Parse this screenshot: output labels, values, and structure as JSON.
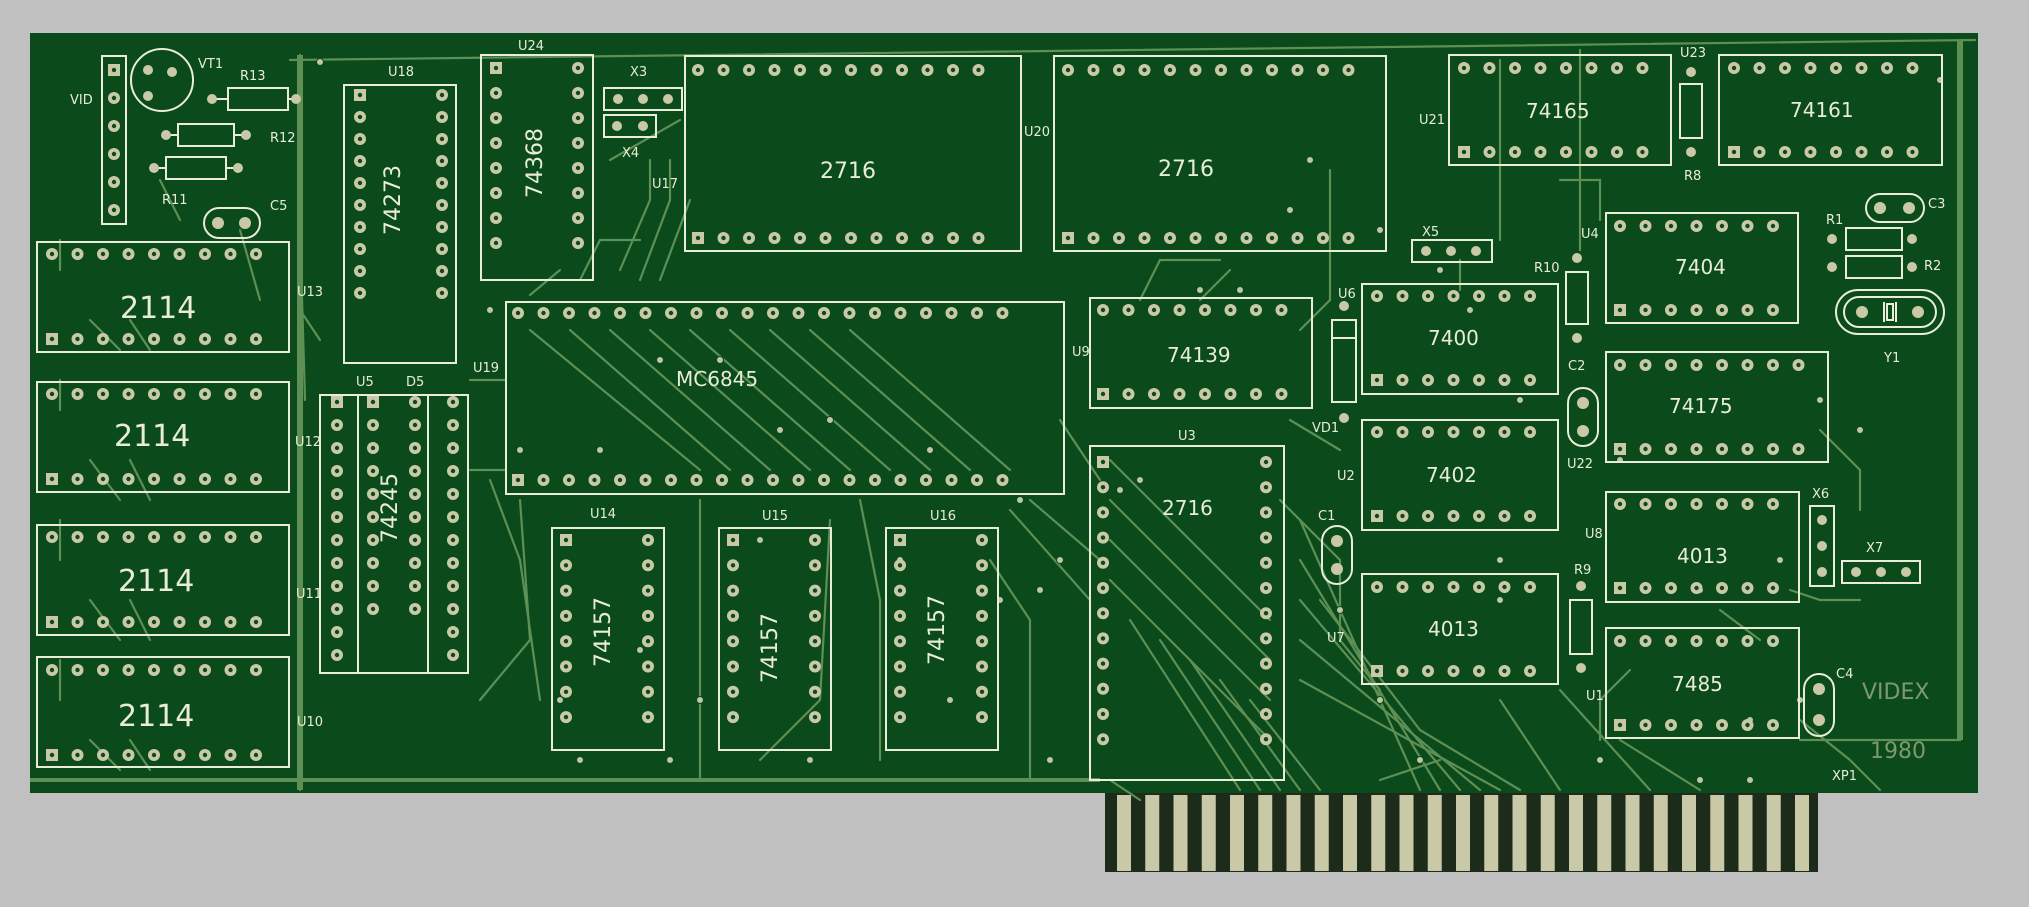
{
  "colors": {
    "background": "#c0c0c0",
    "board": "#0b4a1a",
    "trace": "#5e8f55",
    "silk": "#e8ecd8",
    "pad": "#c9c9a8",
    "contact_dark": "#1d2b1a"
  },
  "board": {
    "brand": "VIDEX",
    "year": "1980",
    "connector_label": "XP1",
    "connector_fingers": 25
  },
  "chips": [
    {
      "ref": "U18",
      "part": "74273",
      "vertical": true
    },
    {
      "ref": "U24",
      "part": "74368",
      "vertical": true
    },
    {
      "ref": "U17",
      "part": "2716",
      "vertical": false
    },
    {
      "ref": "U20",
      "part": "2716",
      "vertical": false
    },
    {
      "ref": "U21",
      "part": "74165",
      "vertical": false
    },
    {
      "ref": "U23",
      "part": "74161",
      "vertical": false
    },
    {
      "ref": "U13",
      "part": "2114",
      "vertical": false
    },
    {
      "ref": "U12",
      "part": "2114",
      "vertical": false
    },
    {
      "ref": "U11",
      "part": "2114",
      "vertical": false
    },
    {
      "ref": "U10",
      "part": "2114",
      "vertical": false
    },
    {
      "ref": "U5",
      "part": "74245",
      "vertical": true
    },
    {
      "ref": "U19",
      "part": "MC6845",
      "vertical": false
    },
    {
      "ref": "U9",
      "part": "74139",
      "vertical": false
    },
    {
      "ref": "U6",
      "part": "7400",
      "vertical": false
    },
    {
      "ref": "U4",
      "part": "7404",
      "vertical": false
    },
    {
      "ref": "U22",
      "part": "74175",
      "vertical": false
    },
    {
      "ref": "U2",
      "part": "7402",
      "vertical": false
    },
    {
      "ref": "U3",
      "part": "2716",
      "vertical": true
    },
    {
      "ref": "U7",
      "part": "4013",
      "vertical": false
    },
    {
      "ref": "U8",
      "part": "4013",
      "vertical": false
    },
    {
      "ref": "U1",
      "part": "7485",
      "vertical": false
    },
    {
      "ref": "U14",
      "part": "74157",
      "vertical": true
    },
    {
      "ref": "U15",
      "part": "74157",
      "vertical": true
    },
    {
      "ref": "U16",
      "part": "74157",
      "vertical": true
    }
  ],
  "designators": [
    "VID",
    "VT1",
    "R13",
    "R12",
    "R11",
    "C5",
    "X3",
    "X4",
    "X5",
    "D5",
    "R10",
    "C2",
    "R1",
    "C3",
    "R2",
    "Y1",
    "R8",
    "VD1",
    "C1",
    "R9",
    "X6",
    "X7",
    "C4"
  ]
}
